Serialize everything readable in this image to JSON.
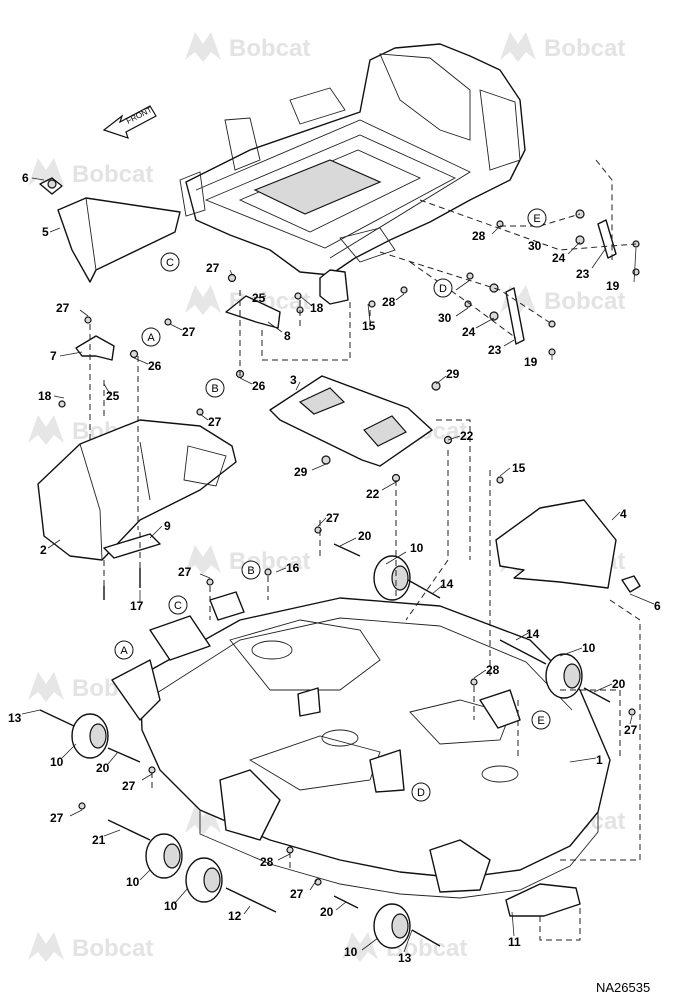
{
  "watermark": {
    "brand": "Bobcat"
  },
  "front_label": "FRONT",
  "drawing_id": "NA26535",
  "reference_letters": [
    "A",
    "B",
    "C",
    "D",
    "E"
  ],
  "callouts": [
    {
      "label": "1"
    },
    {
      "label": "2"
    },
    {
      "label": "3"
    },
    {
      "label": "4"
    },
    {
      "label": "5"
    },
    {
      "label": "6"
    },
    {
      "label": "6"
    },
    {
      "label": "7"
    },
    {
      "label": "8"
    },
    {
      "label": "9"
    },
    {
      "label": "10"
    },
    {
      "label": "10"
    },
    {
      "label": "10"
    },
    {
      "label": "10"
    },
    {
      "label": "10"
    },
    {
      "label": "10"
    },
    {
      "label": "11"
    },
    {
      "label": "12"
    },
    {
      "label": "13"
    },
    {
      "label": "13"
    },
    {
      "label": "14"
    },
    {
      "label": "14"
    },
    {
      "label": "15"
    },
    {
      "label": "15"
    },
    {
      "label": "16"
    },
    {
      "label": "17"
    },
    {
      "label": "18"
    },
    {
      "label": "18"
    },
    {
      "label": "19"
    },
    {
      "label": "19"
    },
    {
      "label": "20"
    },
    {
      "label": "20"
    },
    {
      "label": "20"
    },
    {
      "label": "20"
    },
    {
      "label": "21"
    },
    {
      "label": "22"
    },
    {
      "label": "22"
    },
    {
      "label": "23"
    },
    {
      "label": "23"
    },
    {
      "label": "24"
    },
    {
      "label": "24"
    },
    {
      "label": "25"
    },
    {
      "label": "25"
    },
    {
      "label": "26"
    },
    {
      "label": "26"
    },
    {
      "label": "27"
    },
    {
      "label": "27"
    },
    {
      "label": "27"
    },
    {
      "label": "27"
    },
    {
      "label": "27"
    },
    {
      "label": "27"
    },
    {
      "label": "27"
    },
    {
      "label": "27"
    },
    {
      "label": "27"
    },
    {
      "label": "27"
    },
    {
      "label": "28"
    },
    {
      "label": "28"
    },
    {
      "label": "28"
    },
    {
      "label": "28"
    },
    {
      "label": "29"
    },
    {
      "label": "29"
    },
    {
      "label": "30"
    },
    {
      "label": "30"
    }
  ]
}
